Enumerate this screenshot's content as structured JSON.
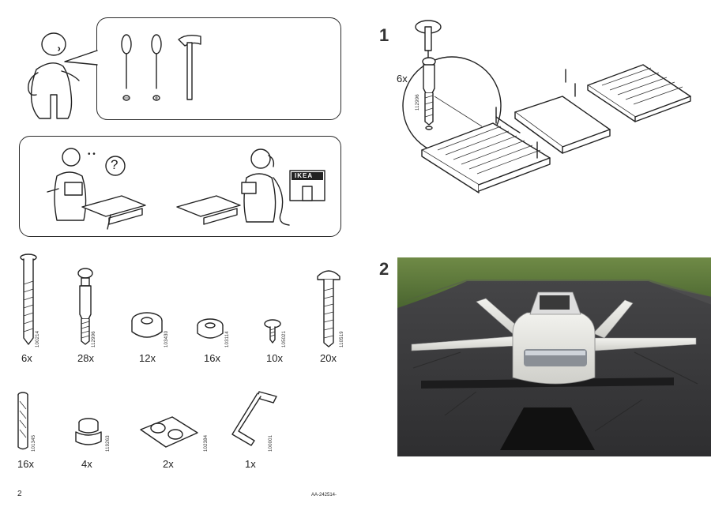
{
  "left_page": {
    "page_number": "2",
    "tools_panel": {
      "tools": [
        "flathead-screwdriver",
        "phillips-screwdriver",
        "hammer"
      ]
    },
    "help_panel": {
      "question_mark": "?",
      "store_sign": "IKEA"
    },
    "parts": [
      {
        "part_number": "100214",
        "quantity": "6x"
      },
      {
        "part_number": "112996",
        "quantity": "28x"
      },
      {
        "part_number": "103430",
        "quantity": "12x"
      },
      {
        "part_number": "103114",
        "quantity": "16x"
      },
      {
        "part_number": "105021",
        "quantity": "10x"
      },
      {
        "part_number": "110519",
        "quantity": "20x"
      },
      {
        "part_number": "101345",
        "quantity": "16x"
      },
      {
        "part_number": "119263",
        "quantity": "4x"
      },
      {
        "part_number": "102384",
        "quantity": "2x"
      },
      {
        "part_number": "100001",
        "quantity": "1x"
      }
    ]
  },
  "right_page": {
    "doc_code": "AA-242514-",
    "step1": {
      "number": "1",
      "callout_quantity": "6x",
      "callout_part": "112996"
    },
    "step2": {
      "number": "2"
    }
  },
  "colors": {
    "line": "#222222",
    "grass": "#5d7a3a",
    "tarmac": "#3a3a3c",
    "aircraft": "#e8e8e4"
  }
}
